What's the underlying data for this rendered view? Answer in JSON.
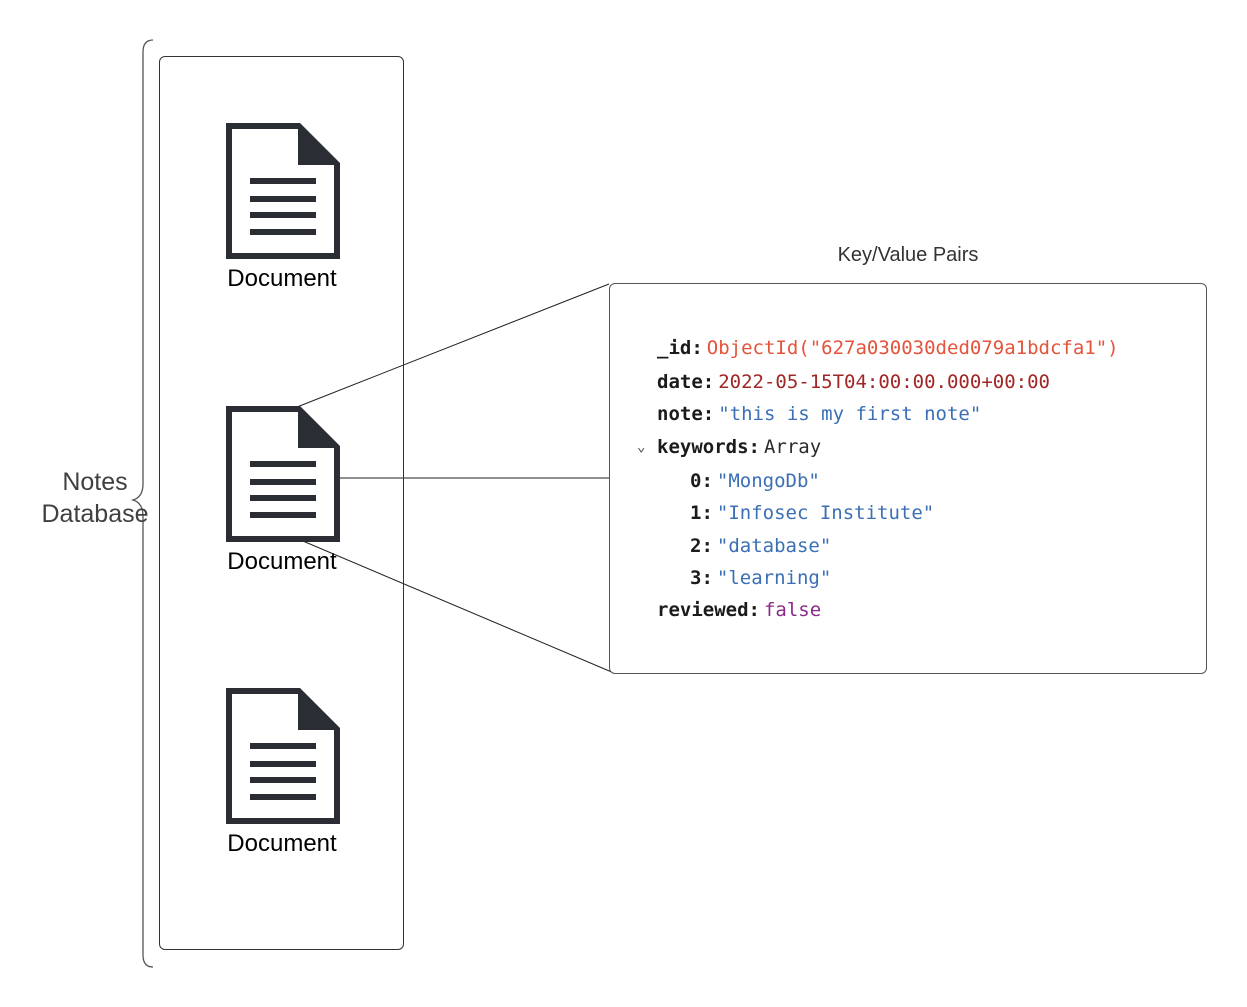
{
  "database": {
    "label_line1": "Notes",
    "label_line2": "Database"
  },
  "documents": [
    {
      "label": "Document",
      "icon": "document-icon"
    },
    {
      "label": "Document",
      "icon": "document-icon"
    },
    {
      "label": "Document",
      "icon": "document-icon"
    }
  ],
  "key_value_panel": {
    "title": "Key/Value Pairs",
    "fields": {
      "id": {
        "key": "_id",
        "value": "ObjectId(\"627a030030ded079a1bdcfa1\")"
      },
      "date": {
        "key": "date",
        "value": "2022-05-15T04:00:00.000+00:00"
      },
      "note": {
        "key": "note",
        "value": "\"this is my first note\""
      },
      "keywords": {
        "key": "keywords",
        "value": "Array",
        "items": [
          {
            "index": "0",
            "value": "\"MongoDb\""
          },
          {
            "index": "1",
            "value": "\"Infosec Institute\""
          },
          {
            "index": "2",
            "value": "\"database\""
          },
          {
            "index": "3",
            "value": "\"learning\""
          }
        ]
      },
      "reviewed": {
        "key": "reviewed",
        "value": "false"
      }
    },
    "colors": {
      "objectid": "#e5533a",
      "date": "#a12626",
      "string": "#3a6fb5",
      "bool": "#8a2a8a"
    }
  }
}
